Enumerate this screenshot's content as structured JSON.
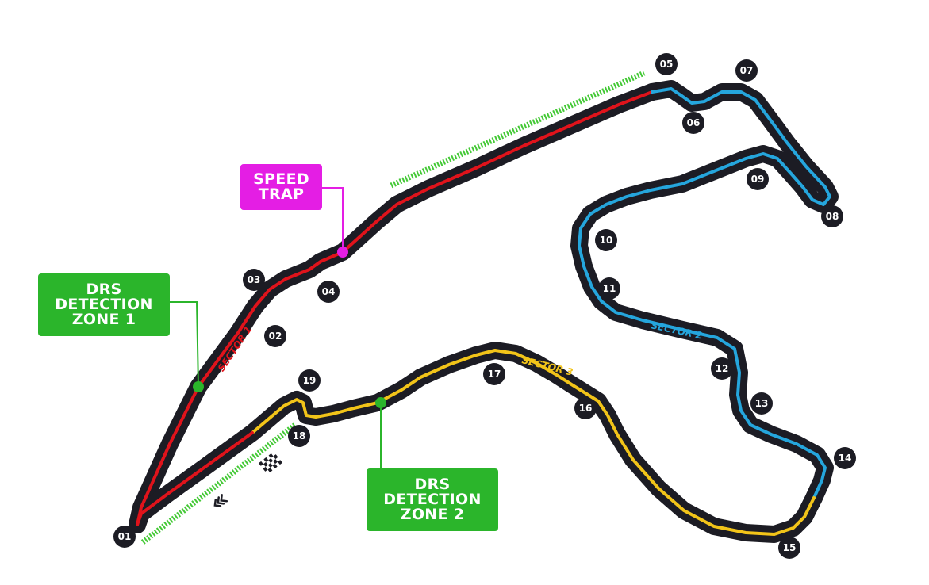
{
  "labels": {
    "speed_trap": [
      "SPEED",
      "TRAP"
    ],
    "drs_zone_1": [
      "DRS",
      "DETECTION",
      "ZONE 1"
    ],
    "drs_zone_2": [
      "DRS",
      "DETECTION",
      "ZONE 2"
    ]
  },
  "sectors": {
    "s1": "SECTOR 1",
    "s2": "SECTOR 2",
    "s3": "SECTOR 3"
  },
  "corners": [
    "01",
    "02",
    "03",
    "04",
    "05",
    "06",
    "07",
    "08",
    "09",
    "10",
    "11",
    "12",
    "13",
    "14",
    "15",
    "16",
    "17",
    "18",
    "19"
  ],
  "colors": {
    "track": "#1c1c24",
    "sector_1": "#e0131b",
    "sector_2": "#25a6dd",
    "sector_3": "#f2c419",
    "drs": "#2bb52b",
    "drs_zone": "#44c936",
    "speed_trap": "#e41ee4",
    "corner_badge": "#1c1c24"
  },
  "icons": {
    "start_finish": "checkered-flag-icon",
    "direction": "direction-chevrons-icon"
  }
}
